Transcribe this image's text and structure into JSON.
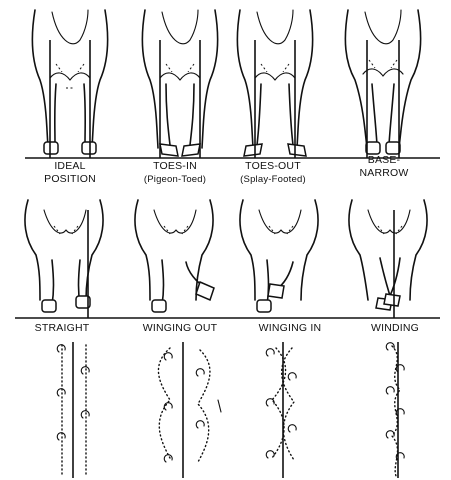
{
  "row1": {
    "labels": [
      {
        "line1": "IDEAL",
        "line2": "POSITION"
      },
      {
        "line1": "TOES-IN",
        "line2": "(Pigeon-Toed)"
      },
      {
        "line1": "TOES-OUT",
        "line2": "(Splay-Footed)"
      },
      {
        "line1": "BASE-",
        "line2": "NARROW"
      }
    ]
  },
  "row2": {
    "labels": [
      "STRAIGHT",
      "WINGING OUT",
      "WINGING IN",
      "WINDING"
    ]
  }
}
